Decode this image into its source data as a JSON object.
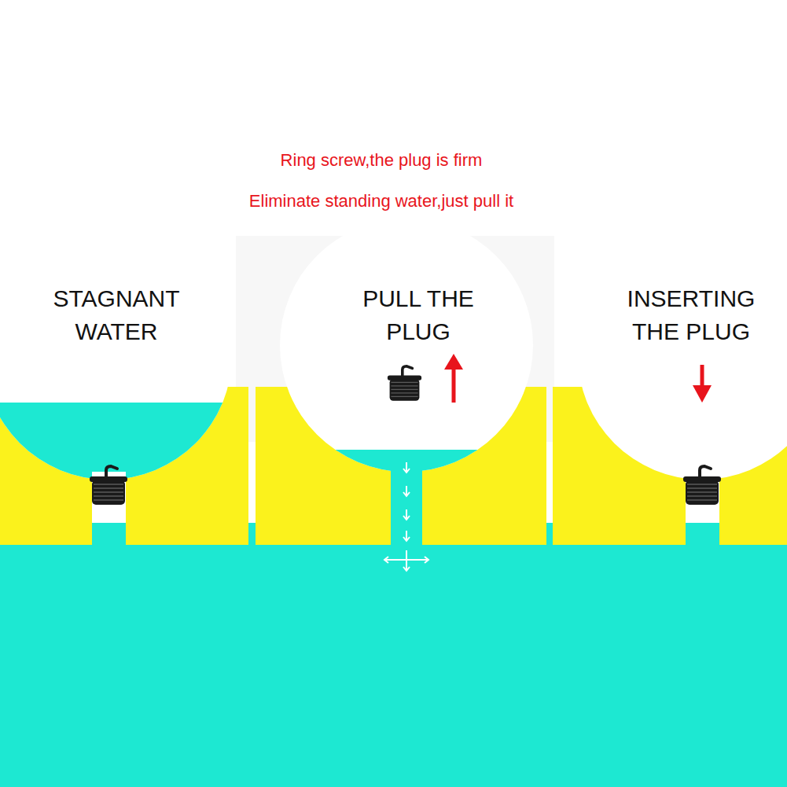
{
  "diagram": {
    "labels": [
      "Ring screw,the plug is firm",
      "Eliminate standing water,just pull it",
      "STAGNANT WATER",
      "PULL THE PLUG",
      "INSERTING THE PLUG"
    ]
  }
}
